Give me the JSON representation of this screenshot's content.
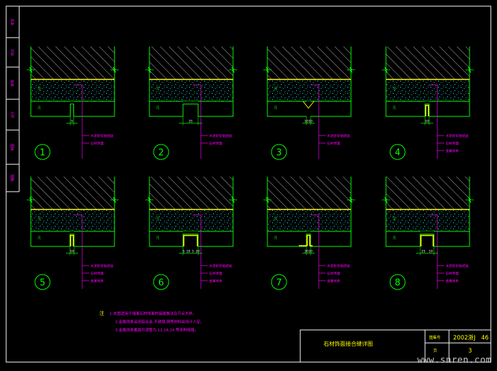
{
  "title_block": {
    "drawing_title": "石材饰面接合缝详图",
    "atlas_label": "图集号",
    "atlas_number": "2002浙J",
    "atlas_page": "46",
    "page_label": "页",
    "page_number": "3"
  },
  "left_strip": {
    "labels": [
      "审定",
      "校对",
      "审核",
      "设计",
      "制图",
      "描图"
    ]
  },
  "details": [
    {
      "number": "1",
      "callouts": [
        "水泥砂浆粘结层",
        "石材饰面"
      ],
      "dims": [
        "5"
      ]
    },
    {
      "number": "2",
      "callouts": [
        "水泥砂浆粘结层",
        "石材饰面"
      ],
      "dims": [
        "25"
      ]
    },
    {
      "number": "3",
      "callouts": [
        "水泥砂浆粘结层",
        "石材饰面"
      ],
      "dims": [
        "10",
        "10"
      ]
    },
    {
      "number": "4",
      "callouts": [
        "水泥砂浆粘结层",
        "石材饰面",
        "金属线条"
      ],
      "dims": [
        "10"
      ]
    },
    {
      "number": "5",
      "callouts": [
        "水泥砂浆粘结层",
        "石材饰面",
        "金属线条"
      ],
      "dims": [
        "10"
      ]
    },
    {
      "number": "6",
      "callouts": [
        "水泥砂浆粘结层",
        "石材饰面",
        "金属线条"
      ],
      "dims": [
        "5",
        "10",
        "5",
        "20"
      ]
    },
    {
      "number": "7",
      "callouts": [
        "水泥砂浆粘结层",
        "石材饰面",
        "金属线条"
      ],
      "dims": [
        "20",
        "10"
      ]
    },
    {
      "number": "8",
      "callouts": [
        "水泥砂浆粘结层",
        "石材饰面",
        "金属线条"
      ],
      "dims": [
        "25",
        "10"
      ]
    }
  ],
  "layer_labels": [
    "20",
    "20"
  ],
  "notes": {
    "prefix": "注",
    "lines": [
      "1.本图适用于墙面石材饰面的接缝做法及节点大样。",
      "2.金属线条采用铝合金,不锈钢,铜等材料由设计人定。",
      "3.金属线条截面可调整为 12,18,24 等多种规格。"
    ]
  },
  "watermark": "www.snren.com",
  "colors": {
    "frame": "#ffffff",
    "concrete_hatch": "#ffffff",
    "bond_layer": "#00ffff",
    "stone": "#00ff00",
    "interface": "#ffff00",
    "callout": "#ff00ff",
    "circle": "#00ff00"
  }
}
